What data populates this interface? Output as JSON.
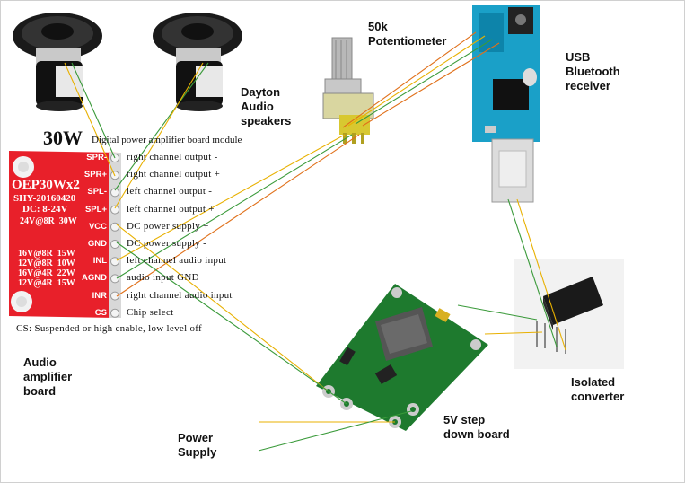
{
  "labels": {
    "potentiometer": "50k\nPotentiometer",
    "bluetooth": "USB\nBluetooth\nreceiver",
    "speakers": "Dayton\nAudio\nspeakers",
    "amplifier": "Audio\namplifier\nboard",
    "isolated": "Isolated\nconverter",
    "stepdown": "5V step\ndown board",
    "power": "Power\nSupply"
  },
  "amp_board": {
    "power_rating": "30W",
    "header_text": "Digital power amplifier board module",
    "model": "OEP30Wx2",
    "code": "SHY-20160420",
    "voltage": "DC: 8-24V",
    "rating": "24V@8R  30W",
    "specs": [
      "16V@8R  15W",
      "12V@8R  10W",
      "16V@4R  22W",
      "12V@4R  15W"
    ],
    "footnote": "CS: Suspended or high enable, low level off",
    "pins": [
      {
        "code": "SPR-",
        "desc": "right channel output -"
      },
      {
        "code": "SPR+",
        "desc": "right channel output +"
      },
      {
        "code": "SPL-",
        "desc": "left channel output -"
      },
      {
        "code": "SPL+",
        "desc": "left channel output +"
      },
      {
        "code": "VCC",
        "desc": "DC power supply +"
      },
      {
        "code": "GND",
        "desc": "DC power supply -"
      },
      {
        "code": "INL",
        "desc": "left channel audio input"
      },
      {
        "code": "AGND",
        "desc": "audio input GND"
      },
      {
        "code": "INR",
        "desc": "right channel audio input"
      },
      {
        "code": "CS",
        "desc": "Chip select"
      }
    ]
  },
  "colors": {
    "wire_green": "#3a9a3a",
    "wire_yellow": "#e8b000",
    "wire_orange": "#e0701a",
    "amp_red": "#e8202a",
    "pcb_green": "#1e7a2e",
    "bt_blue": "#1aa0c8"
  }
}
